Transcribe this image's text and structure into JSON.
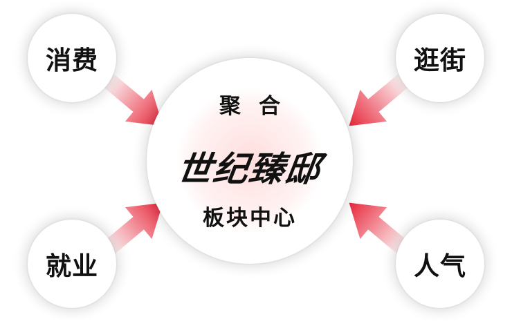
{
  "center": {
    "top_label": "聚合",
    "title": "世纪臻邸",
    "subtitle": "板块中心"
  },
  "satellites": {
    "top_left": "消费",
    "top_right": "逛街",
    "bottom_left": "就业",
    "bottom_right": "人气"
  },
  "colors": {
    "arrow": "#e8273b",
    "arrow_fade": "#f7c5ca",
    "text": "#111111",
    "background": "#ffffff"
  }
}
